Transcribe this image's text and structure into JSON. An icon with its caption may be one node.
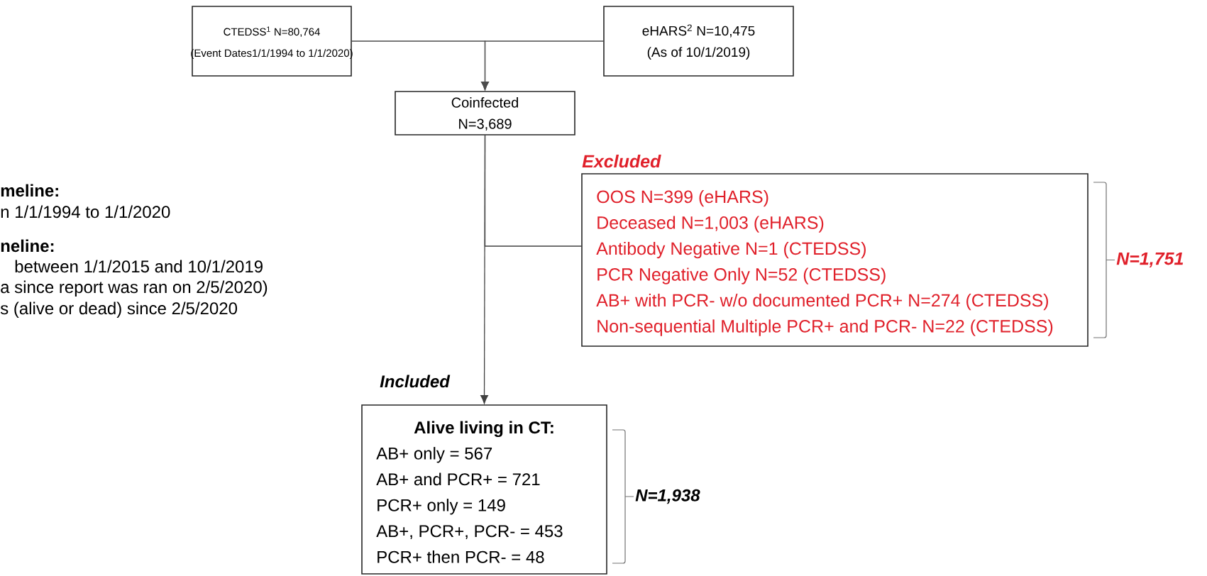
{
  "diagram": {
    "nodes": [
      {
        "text": [
          "CTEDSS$^{1}$ N=80,764",
          "(Event Dates1/1/1994 to 1/1/2020)"
        ]
      },
      {
        "text": [
          "eHARS$^{2}$ N=10,475",
          "(As of 10/1/2019)"
        ]
      },
      {
        "text": [
          "Coinfected",
          "N=3,689"
        ]
      },
      {
        "text": [
          "Excluded",
          "OOS N=399 (eHARS)",
          "Deceased N=1,003 (eHARS)",
          "Antibody Negative N=1 (CTEDSS)",
          "PCR Negative Only N=52 (CTEDSS)",
          "AB+ with PCR- w/o documented PCR+ N=274 (CTEDSS)",
          "Non-sequential Multiple PCR+ and PCR- N=22 (CTEDSS)"
        ],
        "beside": [
          "N=1,751"
        ]
      },
      {
        "text": [
          "Included",
          "Alive living in CT:",
          "AB+ only = 567",
          "AB+ and PCR+ = 721",
          "PCR+ only = 149",
          "AB+, PCR+, PCR- = 453",
          "PCR+ then PCR- = 48"
        ],
        "beside": [
          "N=1,938"
        ]
      }
    ],
    "edges": [
      {
        "from": 0,
        "to": 2,
        "arrow": "to"
      },
      {
        "from": 1,
        "to": 2,
        "arrow": "to"
      },
      {
        "from": 2,
        "to": 3,
        "arrow": "none"
      },
      {
        "from": 2,
        "to": 4,
        "arrow": "to"
      }
    ],
    "labels": [
      "meline:",
      "n 1/1/1994 to 1/1/2020",
      "neline:",
      "between 1/1/2015 and 10/1/2019",
      "a since report was ran on 2/5/2020)",
      "s (alive or dead) since 2/5/2020"
    ]
  }
}
